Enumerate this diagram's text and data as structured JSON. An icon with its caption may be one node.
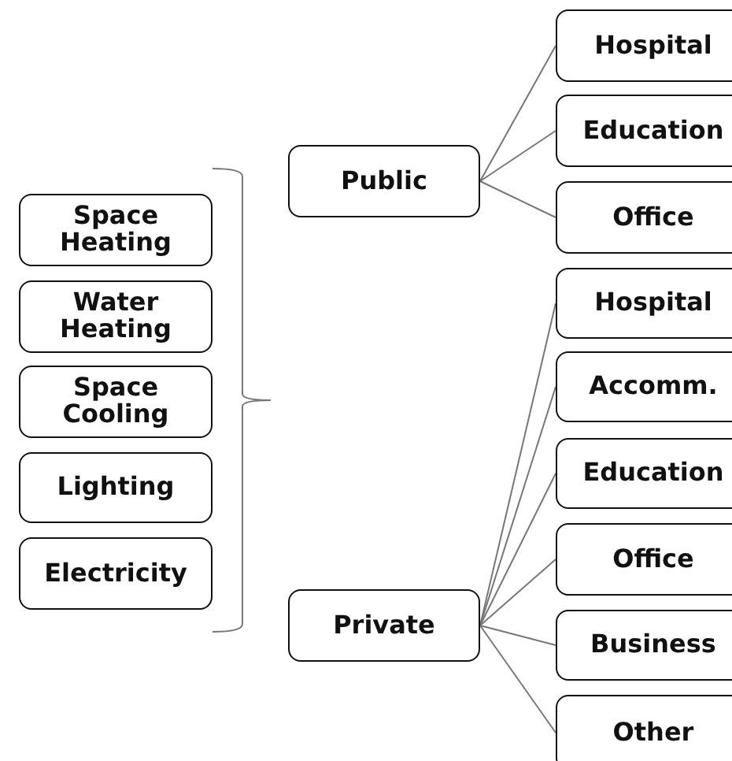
{
  "diagram": {
    "nodes": [
      {
        "text": [
          "Space Heating"
        ]
      },
      {
        "text": [
          "Water Heating"
        ]
      },
      {
        "text": [
          "Space Cooling"
        ]
      },
      {
        "text": [
          "Lighting"
        ]
      },
      {
        "text": [
          "Electricity"
        ]
      },
      {
        "text": [
          "Public"
        ]
      },
      {
        "text": [
          "Hospital"
        ]
      },
      {
        "text": [
          "Education"
        ]
      },
      {
        "text": [
          "Office"
        ]
      },
      {
        "text": [
          "Private"
        ]
      },
      {
        "text": [
          "Hospital"
        ]
      },
      {
        "text": [
          "Accomm."
        ]
      },
      {
        "text": [
          "Education"
        ]
      },
      {
        "text": [
          "Office"
        ]
      },
      {
        "text": [
          "Business"
        ]
      },
      {
        "text": [
          "Other"
        ]
      }
    ],
    "edges": [
      {
        "from": 5,
        "to": 6,
        "arrow": "none"
      },
      {
        "from": 5,
        "to": 7,
        "arrow": "none"
      },
      {
        "from": 5,
        "to": 8,
        "arrow": "none"
      },
      {
        "from": 9,
        "to": 10,
        "arrow": "none"
      },
      {
        "from": 9,
        "to": 11,
        "arrow": "none"
      },
      {
        "from": 9,
        "to": 12,
        "arrow": "none"
      },
      {
        "from": 9,
        "to": 13,
        "arrow": "none"
      },
      {
        "from": 9,
        "to": 14,
        "arrow": "none"
      },
      {
        "from": 9,
        "to": 15,
        "arrow": "none"
      }
    ]
  }
}
